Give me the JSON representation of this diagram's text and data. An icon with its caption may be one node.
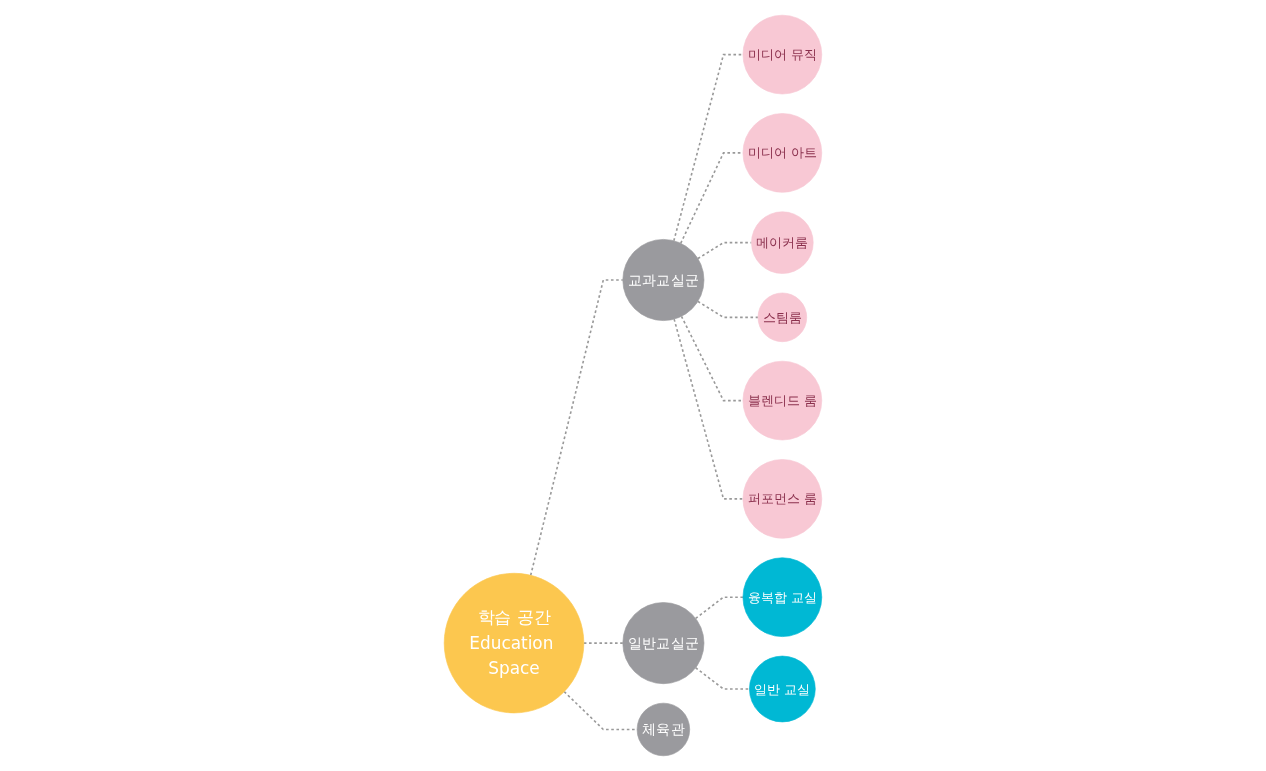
{
  "diagram": {
    "nodes": [
      {
        "text": [
          "미디어 뮤직"
        ]
      },
      {
        "text": [
          "미디어 아트"
        ]
      },
      {
        "text": [
          "융복합 교실"
        ]
      },
      {
        "text": [
          "메이커룸"
        ]
      },
      {
        "text": [
          "교과교실군"
        ]
      },
      {
        "text": [
          "스팀룸"
        ]
      },
      {
        "text": [
          "일반교실군"
        ]
      },
      {
        "text": [
          "학습 공간",
          "Education Space"
        ]
      },
      {
        "text": [
          "블렌디드 룸"
        ]
      },
      {
        "text": [
          "퍼포먼스 룸"
        ]
      },
      {
        "text": [
          "일반 교실"
        ]
      },
      {
        "text": [
          "체육관"
        ]
      }
    ],
    "edges": [
      {
        "from": 7,
        "to": 4,
        "arrow": "none",
        "style": "dashed"
      },
      {
        "from": 7,
        "to": 6,
        "arrow": "none",
        "style": "dashed"
      },
      {
        "from": 7,
        "to": 11,
        "arrow": "none",
        "style": "dashed"
      },
      {
        "from": 4,
        "to": 0,
        "arrow": "none",
        "style": "dashed"
      },
      {
        "from": 4,
        "to": 1,
        "arrow": "none",
        "style": "dashed"
      },
      {
        "from": 4,
        "to": 3,
        "arrow": "none",
        "style": "dashed"
      },
      {
        "from": 4,
        "to": 5,
        "arrow": "none",
        "style": "dashed"
      },
      {
        "from": 4,
        "to": 8,
        "arrow": "none",
        "style": "dashed"
      },
      {
        "from": 4,
        "to": 9,
        "arrow": "none",
        "style": "dashed"
      },
      {
        "from": 6,
        "to": 2,
        "arrow": "none",
        "style": "dashed"
      },
      {
        "from": 6,
        "to": 10,
        "arrow": "none",
        "style": "dashed"
      }
    ]
  }
}
